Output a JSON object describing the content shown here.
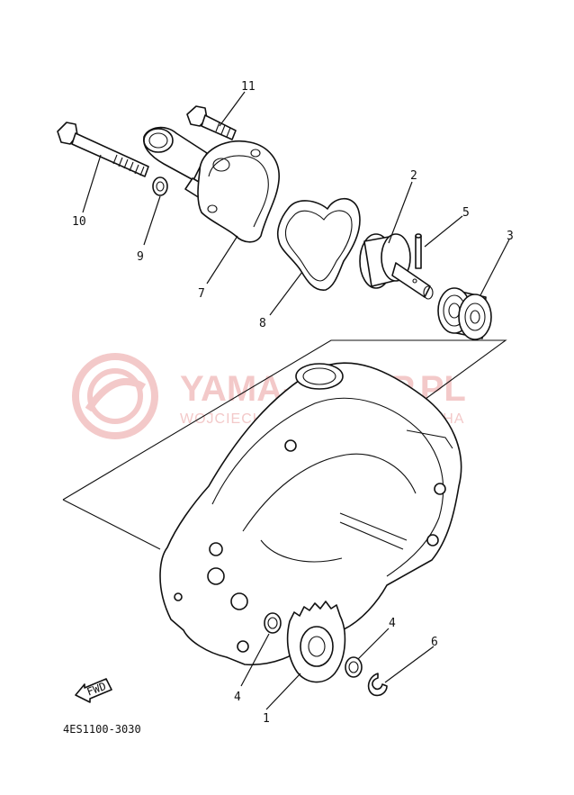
{
  "diagram": {
    "diagram_code": "4ES1100-3030",
    "fwd_label": "FWD",
    "watermark": {
      "title": "YAMA-SKLEP.PL",
      "subtitle": "WOJCIECHOWICZ - DEALER YAMAHA"
    },
    "callouts": {
      "c1": "1",
      "c2": "2",
      "c3": "3",
      "c4a": "4",
      "c4b": "4",
      "c5": "5",
      "c6": "6",
      "c7": "7",
      "c8": "8",
      "c9": "9",
      "c10": "10",
      "c11": "11"
    },
    "colors": {
      "line": "#111111",
      "watermark": "#f3c9c9"
    }
  }
}
